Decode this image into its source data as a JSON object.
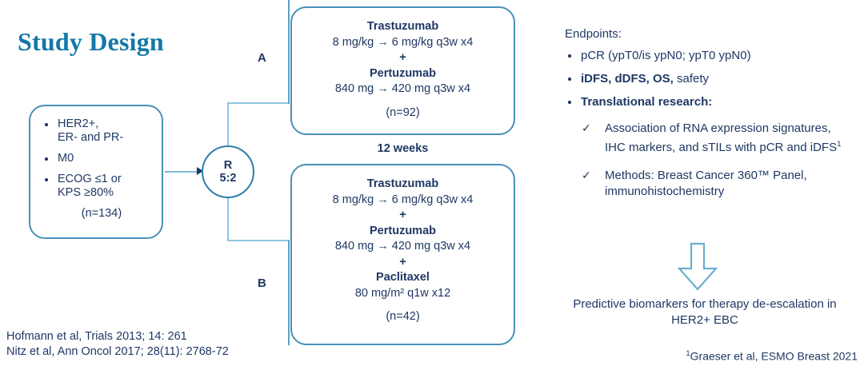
{
  "title": "Study Design",
  "eligibility": {
    "criteria": [
      "HER2+,\nER- and PR-",
      "M0",
      "ECOG ≤1 or\nKPS ≥80%"
    ],
    "enrollment": "(n=134)"
  },
  "randomization": {
    "label": "R",
    "ratio": "5:2"
  },
  "arms": {
    "a": {
      "letter": "A",
      "drug1": "Trastuzumab",
      "dose1": "8 mg/kg → 6 mg/kg q3w x4",
      "plus1": "+",
      "drug2": "Pertuzumab",
      "dose2": "840 mg → 420 mg q3w x4",
      "n": "(n=92)"
    },
    "b": {
      "letter": "B",
      "drug1": "Trastuzumab",
      "dose1": "8 mg/kg → 6 mg/kg q3w x4",
      "plus1": "+",
      "drug2": "Pertuzumab",
      "dose2": "840 mg → 420 mg q3w x4",
      "plus2": "+",
      "drug3": "Paclitaxel",
      "dose3": "80 mg/m² q1w x12",
      "n": "(n=42)"
    }
  },
  "duration": "12 weeks",
  "references": {
    "line1": "Hofmann et al, Trials 2013; 14: 261",
    "line2": "Nitz et al, Ann Oncol 2017; 28(11): 2768-72"
  },
  "endpoints": {
    "heading": "Endpoints:",
    "items": [
      {
        "text": "pCR (ypT0/is ypN0; ypT0 ypN0)",
        "bold": false
      },
      {
        "bold_part": "iDFS, dDFS, OS,",
        "regular_part": " safety",
        "bold": true
      },
      {
        "text": "Translational research:",
        "bold": true
      }
    ],
    "sub_items": [
      "Association of RNA expression signatures, IHC markers, and sTILs with pCR and iDFS",
      "Methods: Breast Cancer 360™ Panel, immunohistochemistry"
    ],
    "sub_item_1_superscript": "1",
    "check_icon": "check-icon"
  },
  "conclusion": "Predictive biomarkers for therapy de-escalation in HER2+ EBC",
  "footnote": {
    "superscript": "1",
    "text": "Graeser et al, ESMO Breast 2021"
  },
  "colors": {
    "title": "#1577a8",
    "box_border": "#4a90b8",
    "text": "#1f3864",
    "connector": "#8fc6e0",
    "arrow_outline": "#6aaecd"
  }
}
